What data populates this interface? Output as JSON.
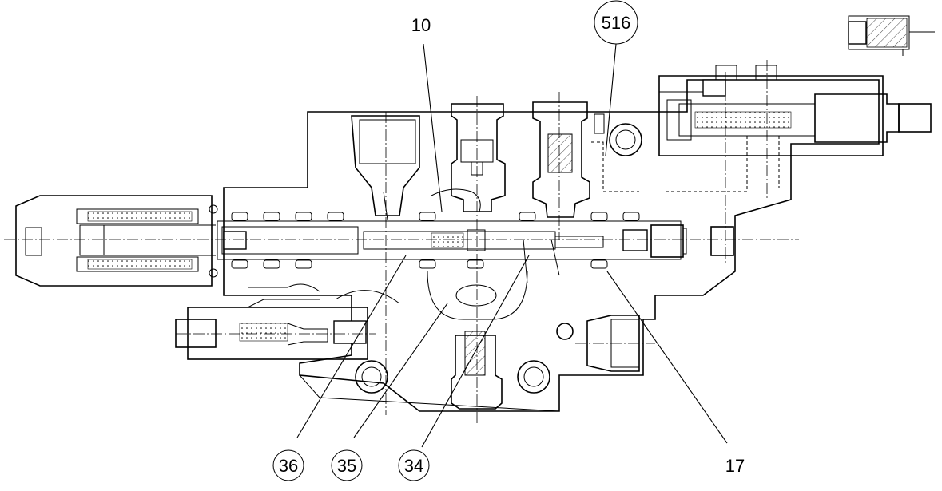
{
  "diagram": {
    "labels": {
      "top_left": "10",
      "top_right_circled": "516",
      "bottom_1_circled": "36",
      "bottom_2_circled": "35",
      "bottom_3_circled": "34",
      "bottom_right": "17"
    }
  }
}
